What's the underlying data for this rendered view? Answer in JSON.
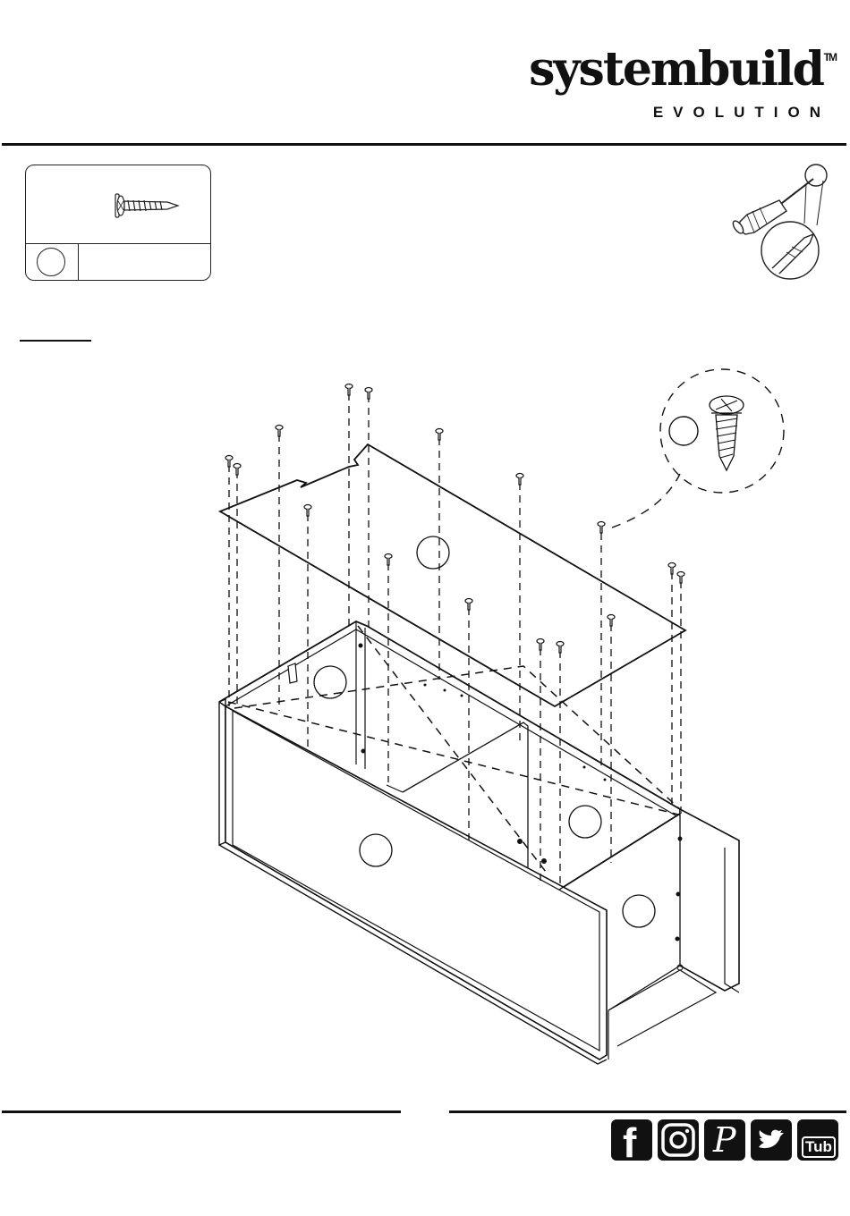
{
  "brand": {
    "name": "systembuild",
    "trademark": "TM",
    "subtitle": "EVOLUTION"
  },
  "social_links": [
    {
      "network": "facebook",
      "label": "f",
      "icon": "facebook-icon"
    },
    {
      "network": "instagram",
      "label": "",
      "icon": "instagram-icon"
    },
    {
      "network": "pinterest",
      "label": "P",
      "icon": "pinterest-icon"
    },
    {
      "network": "twitter",
      "label": "",
      "icon": "twitter-icon"
    },
    {
      "network": "youtube",
      "label": "Tub",
      "icon": "youtube-icon"
    }
  ],
  "tools": [
    "screwdriver-icon"
  ],
  "colors": {
    "ink": "#111111",
    "paper": "#ffffff"
  }
}
